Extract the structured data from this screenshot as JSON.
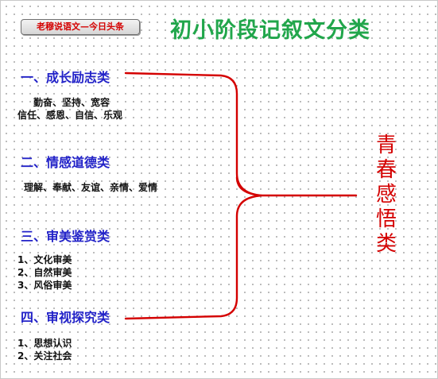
{
  "source_badge": "老穆说语文—今日头条",
  "title": "初小阶段记叙文分类",
  "categories": [
    {
      "heading": "一、成长励志类",
      "items": [
        "勤奋、坚持、宽容",
        "信任、感恩、自信、乐观"
      ]
    },
    {
      "heading": "二、情感道德类",
      "items": [
        "理解、奉献、友谊、亲情、爱情"
      ]
    },
    {
      "heading": "三、审美鉴赏类",
      "items": [
        "1、文化审美",
        "2、自然审美",
        "3、风俗审美"
      ]
    },
    {
      "heading": "四、审视探究类",
      "items": [
        "1、思想认识",
        "2、关注社会"
      ]
    }
  ],
  "side_label": [
    "青",
    "春",
    "感",
    "悟",
    "类"
  ],
  "colors": {
    "title": "#21a64b",
    "heading": "#2222c8",
    "accent": "#d40000",
    "text": "#111111"
  }
}
